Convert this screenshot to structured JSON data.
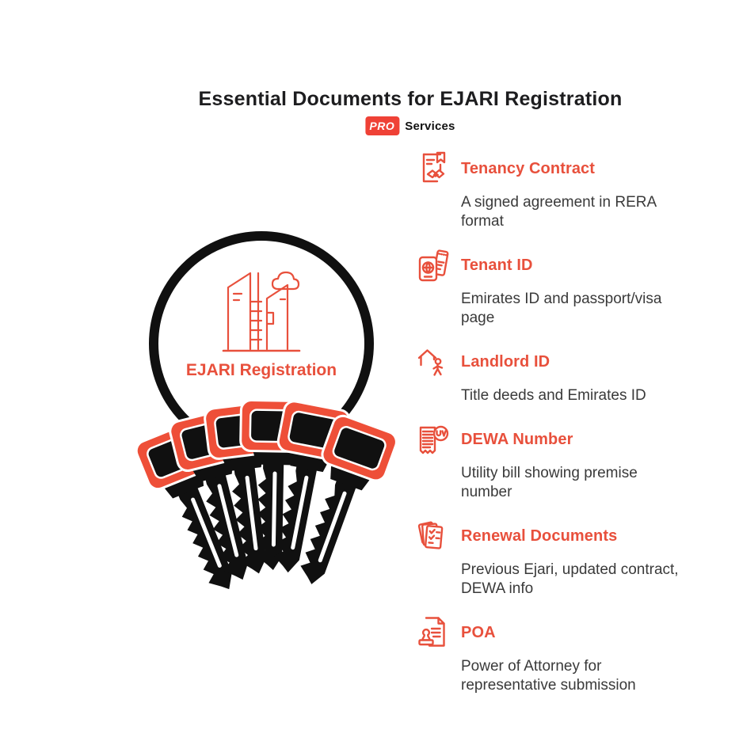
{
  "header": {
    "title": "Essential Documents for EJARI Registration",
    "logo": {
      "badge_text": "PRO",
      "brand_text": "Services",
      "badge_color": "#ef4136"
    }
  },
  "illustration": {
    "label": "EJARI Registration",
    "description": "keyring with six keys hanging from a ring around a building illustration",
    "ring_color": "#101010",
    "key_color": "#ee4f38",
    "accent_color": "#e8503c"
  },
  "items": [
    {
      "icon": "contract-handshake-icon",
      "title": "Tenancy Contract",
      "description": "A signed agreement in RERA format"
    },
    {
      "icon": "passport-icon",
      "title": "Tenant ID",
      "description": "Emirates ID and passport/visa page"
    },
    {
      "icon": "house-person-icon",
      "title": "Landlord ID",
      "description": "Title deeds and Emirates ID"
    },
    {
      "icon": "utility-bill-icon",
      "title": "DEWA Number",
      "description": "Utility bill showing premise number"
    },
    {
      "icon": "stacked-documents-icon",
      "title": "Renewal Documents",
      "description": "Previous Ejari, updated contract, DEWA info"
    },
    {
      "icon": "stamp-document-icon",
      "title": "POA",
      "description": "Power of Attorney for representative submission"
    }
  ],
  "colors": {
    "accent": "#e8503c",
    "keys": "#ee4f38",
    "heading": "#1d1d1f",
    "body": "#3a3a3a",
    "background": "#ffffff"
  }
}
